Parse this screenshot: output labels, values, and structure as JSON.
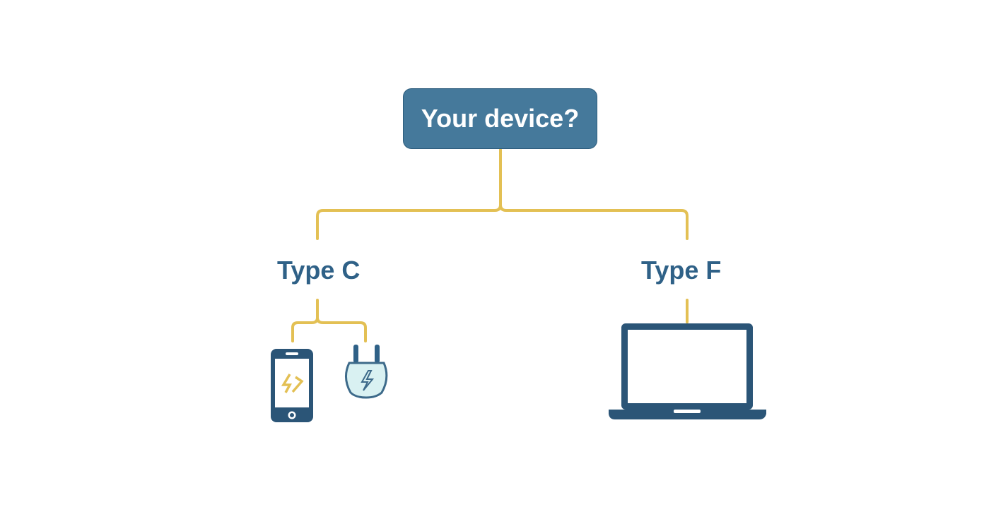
{
  "root": {
    "label": "Your device?"
  },
  "branches": [
    {
      "label": "Type C",
      "devices": [
        "phone-icon",
        "plug-icon"
      ]
    },
    {
      "label": "Type F",
      "devices": [
        "laptop-icon"
      ]
    }
  ],
  "colors": {
    "node": "#45799b",
    "connector": "#e3c054",
    "text": "#2f6187",
    "icon": "#2b5577"
  }
}
